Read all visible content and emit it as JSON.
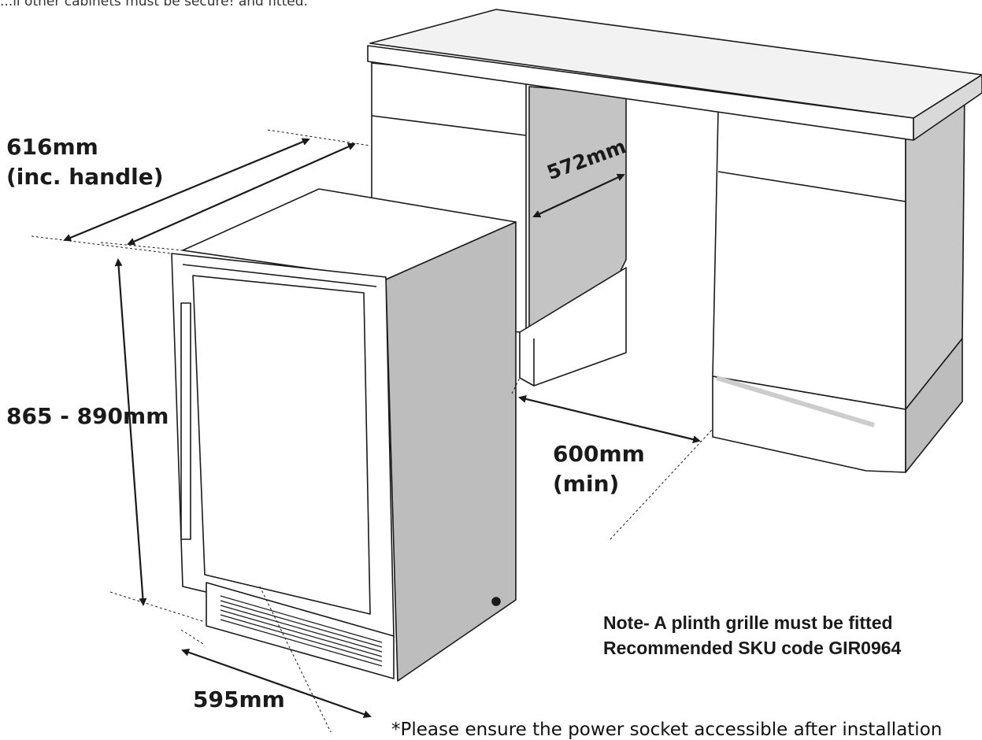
{
  "header_text": "...ll other cabinets must be secure! and fitted.",
  "dimensions": {
    "depth_with_handle_value": "616mm",
    "depth_with_handle_note": "(inc. handle)",
    "cabinet_depth": "572mm",
    "height_range": "865 - 890mm",
    "min_gap_value": "600mm",
    "min_gap_note": "(min)",
    "width": "595mm"
  },
  "note": {
    "line1": "Note- A plinth grille must be fitted",
    "line2": "Recommended SKU code GIR0964"
  },
  "footnote": "*Please ensure the power socket accessible after installation",
  "colors": {
    "appliance_side": "#bdbdbd",
    "cabinet_gap": "#c4c4c4",
    "outline": "#1a1a1a",
    "background": "#ffffff"
  }
}
